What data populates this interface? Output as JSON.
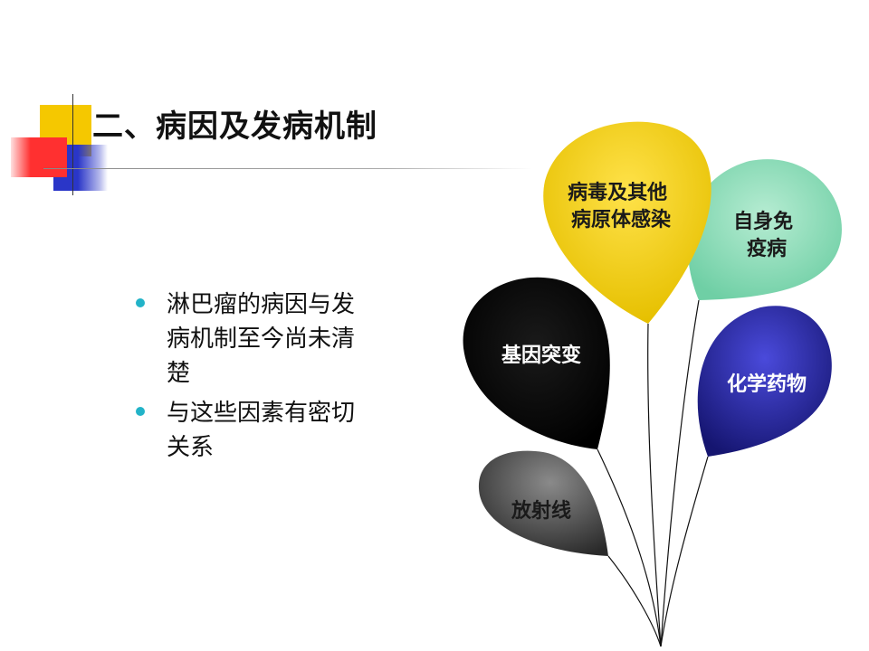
{
  "title": "二、病因及发病机制",
  "bullets": [
    {
      "text": "淋巴瘤的病因与发病机制至今尚未清楚",
      "lines": [
        "淋巴瘤的病因与发",
        "病机制至今尚未清",
        "楚"
      ]
    },
    {
      "text": "与这些因素有密切关系",
      "lines": [
        "与这些因素有密切",
        "关系"
      ]
    }
  ],
  "balloons": [
    {
      "id": "infection",
      "lines": [
        "病毒及其他",
        "病原体感染"
      ],
      "fill": "#f2cc00",
      "text_color": "#1a1a1a"
    },
    {
      "id": "autoimmune",
      "lines": [
        "自身免",
        "疫病"
      ],
      "fill": "#8ad9b8",
      "text_color": "#1a1a1a"
    },
    {
      "id": "gene",
      "lines": [
        "基因突变"
      ],
      "fill": "#000000",
      "text_color": "#ffffff"
    },
    {
      "id": "chemical",
      "lines": [
        "化学药物"
      ],
      "fill": "#2a2a9e",
      "text_color": "#ffffff"
    },
    {
      "id": "radiation",
      "lines": [
        "放射线"
      ],
      "fill": "#555555",
      "text_color": "#1a1a1a"
    }
  ],
  "colors": {
    "accent_bullet": "#22b3c8",
    "deco_yellow": "#f5c800",
    "deco_blue": "#2a36c8",
    "deco_red": "#ff3030"
  }
}
